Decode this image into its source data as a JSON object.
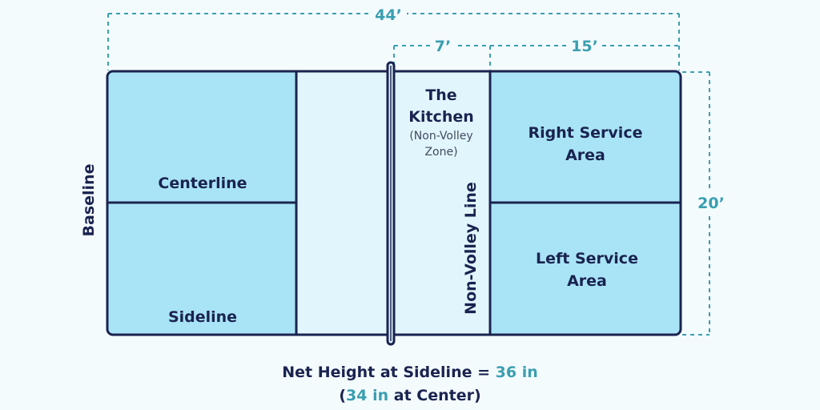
{
  "dimensions": {
    "length": "44’",
    "kitchen_depth": "7’",
    "service_depth": "15’",
    "width": "20’"
  },
  "labels": {
    "baseline": "Baseline",
    "centerline": "Centerline",
    "sideline": "Sideline",
    "kitchen_title_1": "The",
    "kitchen_title_2": "Kitchen",
    "kitchen_sub_1": "(Non-Volley",
    "kitchen_sub_2": "Zone)",
    "non_volley_line": "Non-Volley Line",
    "right_service_1": "Right Service",
    "right_service_2": "Area",
    "left_service_1": "Left Service",
    "left_service_2": "Area"
  },
  "caption": {
    "line1_prefix": "Net Height at Sideline = ",
    "line1_value": "36 in",
    "line2_open": "(",
    "line2_value": "34 in",
    "line2_suffix": " at Center)"
  },
  "colors": {
    "court_fill": "#a9e4f6",
    "kitchen_fill": "#e1f6fc",
    "court_line": "#1a2350",
    "dimension": "#3a9fb0",
    "background": "#f4fbfd"
  }
}
